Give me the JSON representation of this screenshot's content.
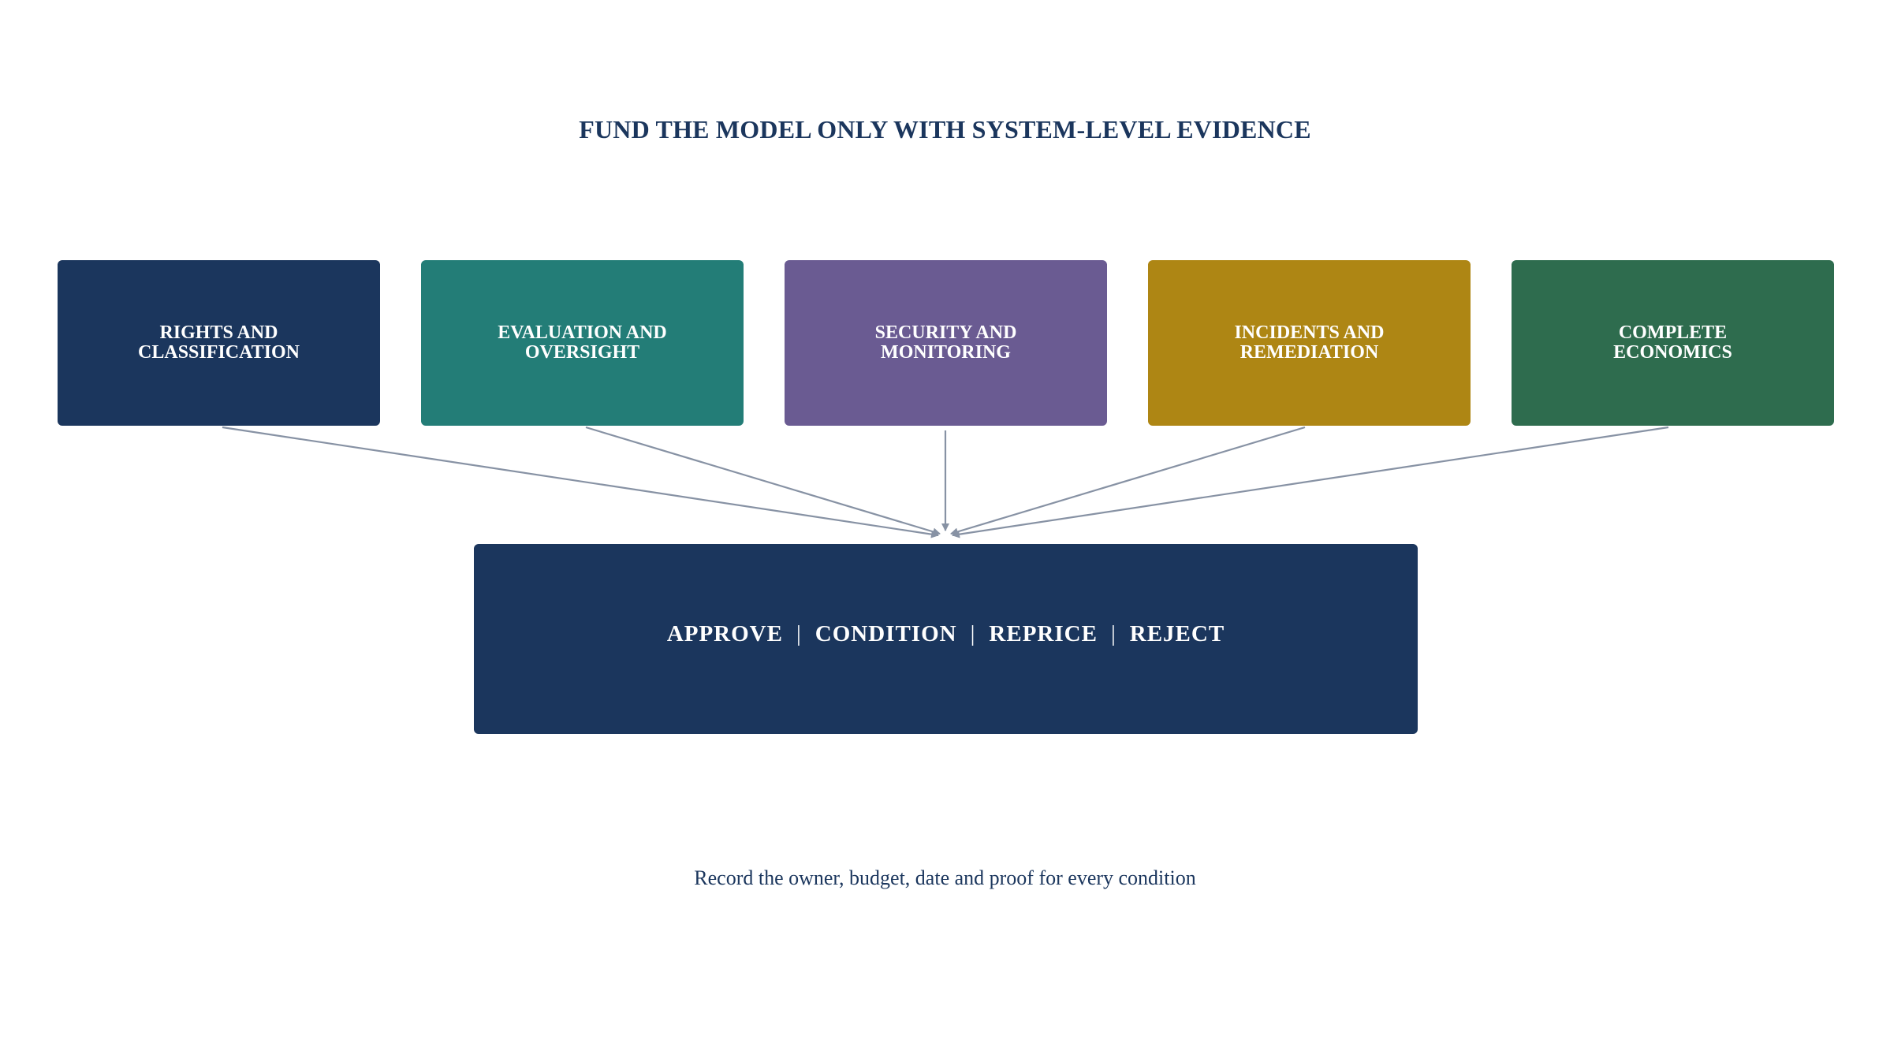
{
  "title": "FUND THE MODEL ONLY WITH SYSTEM-LEVEL EVIDENCE",
  "pillars": [
    {
      "label": "RIGHTS AND\nCLASSIFICATION",
      "color": "#1b365d"
    },
    {
      "label": "EVALUATION AND\nOVERSIGHT",
      "color": "#237d77"
    },
    {
      "label": "SECURITY AND\nMONITORING",
      "color": "#6a5b92"
    },
    {
      "label": "INCIDENTS AND\nREMEDIATION",
      "color": "#ae8614"
    },
    {
      "label": "COMPLETE\nECONOMICS",
      "color": "#2e6c4e"
    }
  ],
  "decision": {
    "options": [
      "APPROVE",
      "CONDITION",
      "REPRICE",
      "REJECT"
    ],
    "separator": "|",
    "color": "#1b365d"
  },
  "arrow_color": "#8792a4",
  "footer": "Record the owner, budget, date and proof for every condition"
}
